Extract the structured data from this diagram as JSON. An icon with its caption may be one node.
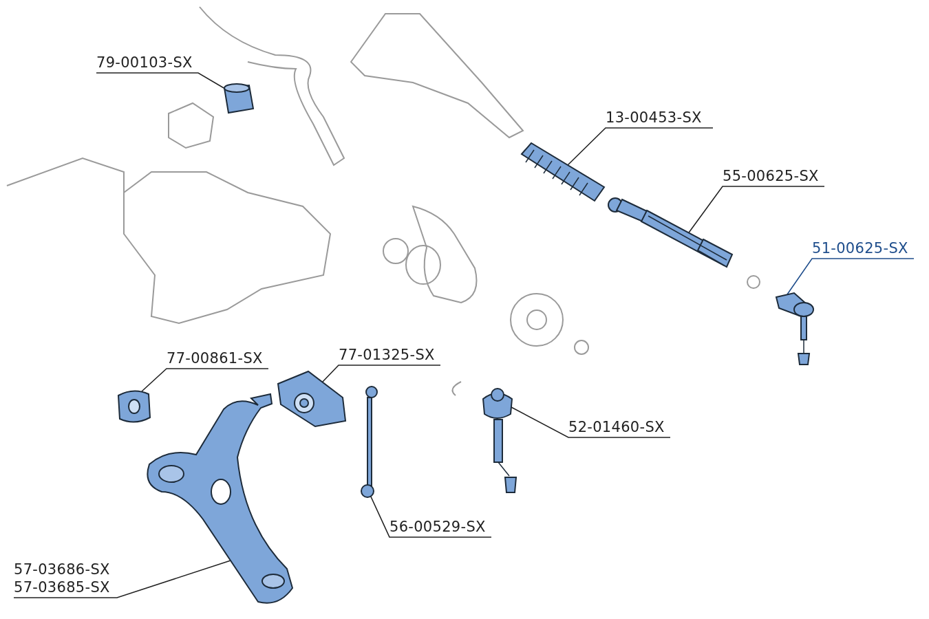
{
  "diagram": {
    "nodes": [
      {
        "text": [
          "79-00103-SX"
        ]
      },
      {
        "text": [],
        "shape": "picture"
      },
      {
        "text": [
          "13-00453-SX"
        ]
      },
      {
        "text": [],
        "shape": "picture"
      },
      {
        "text": [
          "55-00625-SX"
        ]
      },
      {
        "text": [],
        "shape": "picture"
      },
      {
        "text": [
          "51-00625-SX"
        ]
      },
      {
        "text": [],
        "shape": "picture"
      },
      {
        "text": [
          "77-00861-SX"
        ]
      },
      {
        "text": [],
        "shape": "picture"
      },
      {
        "text": [
          "77-01325-SX"
        ]
      },
      {
        "text": [],
        "shape": "picture"
      },
      {
        "text": [
          "52-01460-SX"
        ]
      },
      {
        "text": [],
        "shape": "picture"
      },
      {
        "text": [
          "56-00529-SX"
        ]
      },
      {
        "text": [],
        "shape": "picture"
      },
      {
        "text": [
          "57-03686-SX",
          "57-03685-SX"
        ]
      },
      {
        "text": [],
        "shape": "picture"
      }
    ],
    "edges": [
      {
        "from": 0,
        "to": 1,
        "arrow": "none"
      },
      {
        "from": 2,
        "to": 3,
        "arrow": "none"
      },
      {
        "from": 4,
        "to": 5,
        "arrow": "none"
      },
      {
        "from": 6,
        "to": 7,
        "arrow": "none",
        "color": "#1f4e8c"
      },
      {
        "from": 8,
        "to": 9,
        "arrow": "none"
      },
      {
        "from": 10,
        "to": 11,
        "arrow": "none"
      },
      {
        "from": 12,
        "to": 13,
        "arrow": "none"
      },
      {
        "from": 14,
        "to": 15,
        "arrow": "none"
      },
      {
        "from": 16,
        "to": 17,
        "arrow": "none"
      }
    ]
  }
}
